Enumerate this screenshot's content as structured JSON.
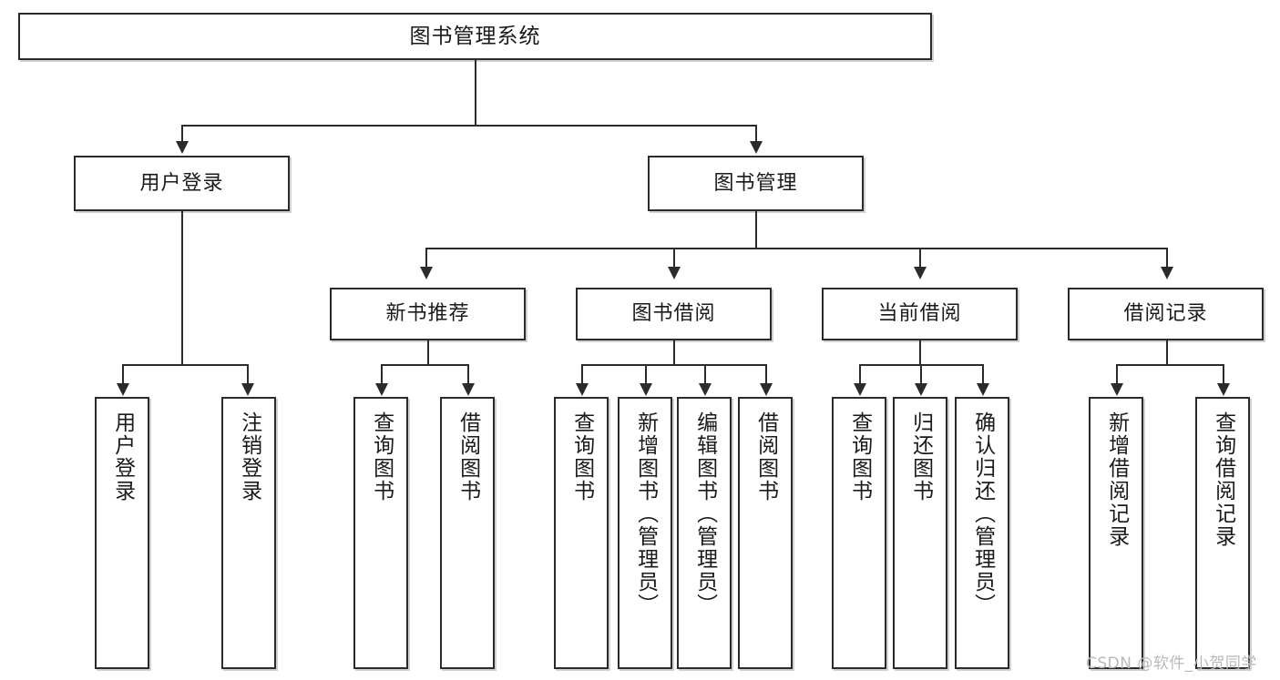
{
  "diagram": {
    "title_node": {
      "label": "图书管理系统"
    },
    "level2": [
      {
        "id": "user-login",
        "label": "用户登录"
      },
      {
        "id": "book-management",
        "label": "图书管理"
      }
    ],
    "level3": [
      {
        "id": "new-book-recommend",
        "label": "新书推荐"
      },
      {
        "id": "book-borrow",
        "label": "图书借阅"
      },
      {
        "id": "current-borrow",
        "label": "当前借阅"
      },
      {
        "id": "borrow-record",
        "label": "借阅记录"
      }
    ],
    "leaves": [
      {
        "id": "leaf-user-login",
        "parent": "user-login",
        "label": "用户登录"
      },
      {
        "id": "leaf-logout",
        "parent": "user-login",
        "label": "注销登录"
      },
      {
        "id": "leaf-query-book-1",
        "parent": "new-book-recommend",
        "label": "查询图书"
      },
      {
        "id": "leaf-borrow-book-1",
        "parent": "new-book-recommend",
        "label": "借阅图书"
      },
      {
        "id": "leaf-query-book-2",
        "parent": "book-borrow",
        "label": "查询图书"
      },
      {
        "id": "leaf-add-book",
        "parent": "book-borrow",
        "label": "新增图书（管理员）"
      },
      {
        "id": "leaf-edit-book",
        "parent": "book-borrow",
        "label": "编辑图书（管理员）"
      },
      {
        "id": "leaf-borrow-book-2",
        "parent": "book-borrow",
        "label": "借阅图书"
      },
      {
        "id": "leaf-query-book-3",
        "parent": "current-borrow",
        "label": "查询图书"
      },
      {
        "id": "leaf-return-book",
        "parent": "current-borrow",
        "label": "归还图书"
      },
      {
        "id": "leaf-confirm-return",
        "parent": "current-borrow",
        "label": "确认归还（管理员）"
      },
      {
        "id": "leaf-add-record",
        "parent": "borrow-record",
        "label": "新增借阅记录"
      },
      {
        "id": "leaf-query-record",
        "parent": "borrow-record",
        "label": "查询借阅记录"
      }
    ]
  },
  "watermark": {
    "text": "CSDN @软件_小贺同学"
  },
  "colors": {
    "stroke": "#2b2b2b",
    "fill": "#ffffff",
    "text": "#1a1a1a",
    "watermark": "#b9b9b9"
  }
}
